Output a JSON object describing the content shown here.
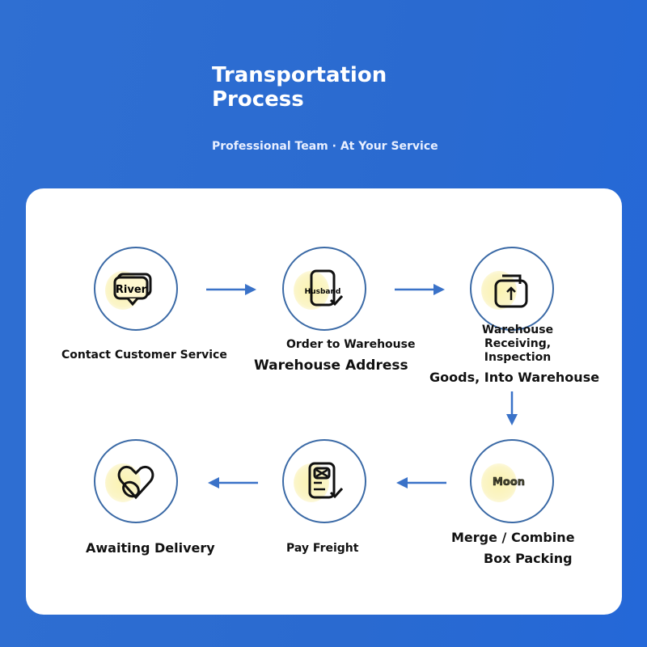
{
  "header": {
    "title_line1": "Transportation",
    "title_line2": "Process",
    "subtitle": "Professional Team · At Your Service"
  },
  "steps": [
    {
      "icon": "chat-bubble-icon",
      "icon_text": "River",
      "label": "Contact Customer Service"
    },
    {
      "icon": "document-check-icon",
      "icon_text": "Husband",
      "label_line1": "Order to Warehouse",
      "label_line2": "Warehouse Address"
    },
    {
      "icon": "folder-upload-icon",
      "label_line1": "Warehouse",
      "label_line2": "Receiving,",
      "label_line3": "Inspection",
      "label_line4": "Goods, Into Warehouse"
    },
    {
      "icon": "moon-icon",
      "icon_text": "Moon",
      "label_line1": "Merge / Combine",
      "label_line2": "Box Packing"
    },
    {
      "icon": "invoice-check-icon",
      "label": "Pay Freight"
    },
    {
      "icon": "heart-icon",
      "label": "Awaiting Delivery"
    }
  ],
  "colors": {
    "background": "#2c6cd3",
    "accent": "#3a72c8",
    "circle_border": "#3b6aa6"
  }
}
